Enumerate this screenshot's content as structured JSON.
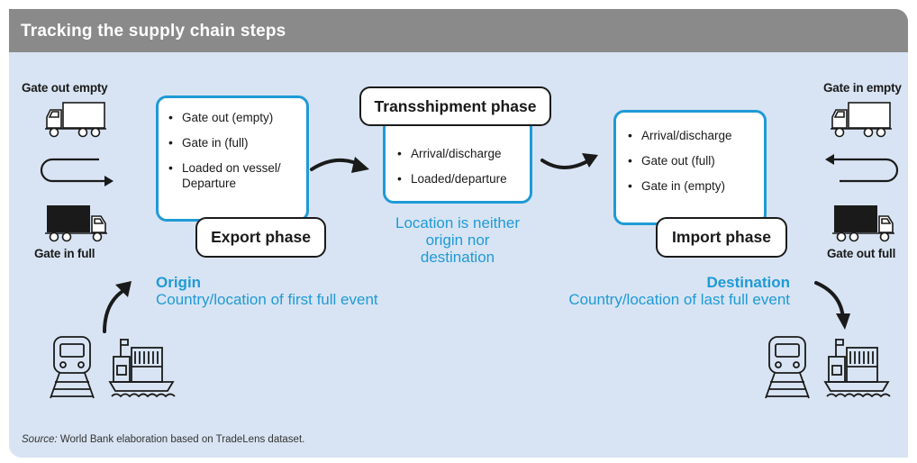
{
  "title": "Tracking the supply chain steps",
  "left": {
    "top_label": "Gate out empty",
    "bottom_label": "Gate in full"
  },
  "right": {
    "top_label": "Gate in empty",
    "bottom_label": "Gate out full"
  },
  "export": {
    "items": [
      "Gate out (empty)",
      "Gate in (full)",
      "Loaded on vessel/ Departure"
    ],
    "label": "Export phase"
  },
  "transshipment": {
    "label": "Transshipment phase",
    "items": [
      "Arrival/discharge",
      "Loaded/departure"
    ],
    "note": "Location is neither origin nor destination"
  },
  "import": {
    "items": [
      "Arrival/discharge",
      "Gate out (full)",
      "Gate in (empty)"
    ],
    "label": "Import phase"
  },
  "origin": {
    "title": "Origin",
    "desc": "Country/location of first full event"
  },
  "destination": {
    "title": "Destination",
    "desc": "Country/location of last full event"
  },
  "source": {
    "label": "Source:",
    "text": "World Bank elaboration based on TradeLens dataset."
  },
  "colors": {
    "panel_bg": "#d8e4f3",
    "title_bar": "#8a8a8a",
    "accent_blue": "#1f9ad6",
    "ink": "#1a1a1a"
  },
  "icons": [
    "truck-outline-icon",
    "truck-filled-icon",
    "u-turn-arrow-icon",
    "train-icon",
    "ship-containers-icon",
    "curved-arrow-icon"
  ]
}
